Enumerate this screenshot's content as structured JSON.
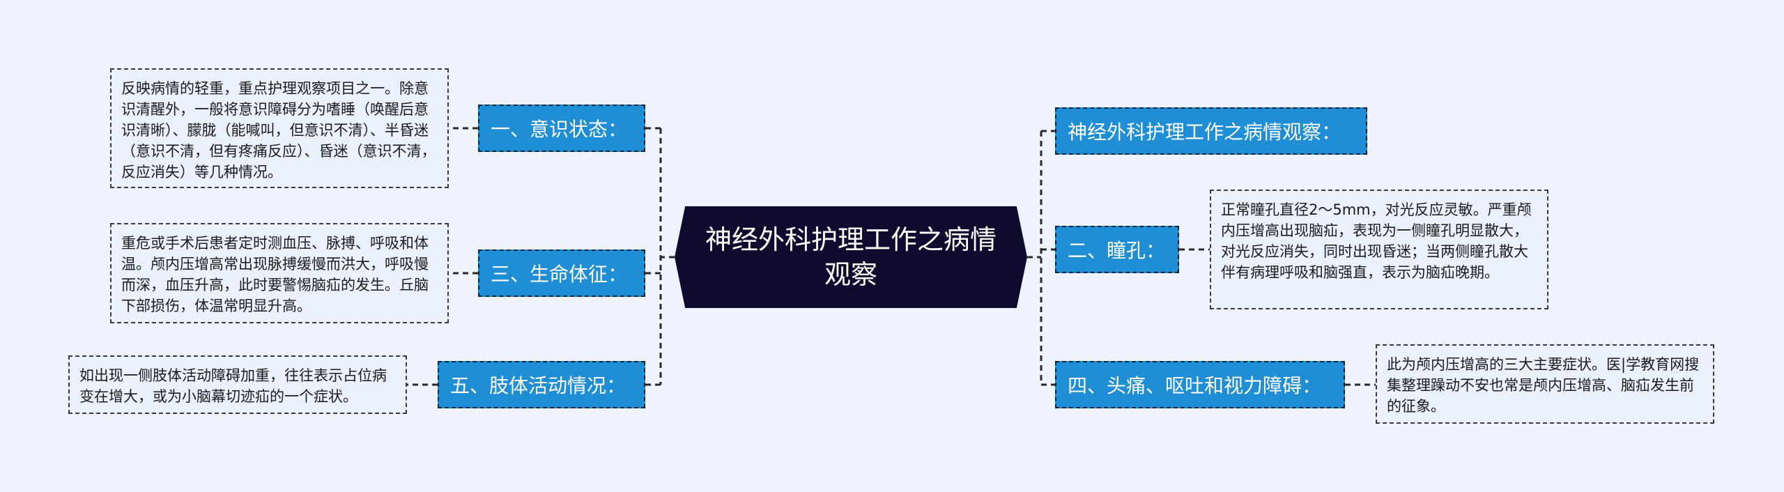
{
  "root": {
    "title": "神经外科护理工作之病情观察"
  },
  "colors": {
    "background": "#eef3fd",
    "root_fill": "#0f0b2e",
    "topic_fill": "#1f8ed4",
    "note_fill": "#eaf1fd"
  },
  "left": [
    {
      "label": "一、意识状态：",
      "note": "反映病情的轻重，重点护理观察项目之一。除意识清醒外，一般将意识障碍分为嗜睡（唤醒后意识清晰）、朦胧（能喊叫，但意识不清）、半昏迷（意识不清，但有疼痛反应）、昏迷（意识不清，反应消失）等几种情况。"
    },
    {
      "label": "三、生命体征：",
      "note": "重危或手术后患者定时测血压、脉搏、呼吸和体温。颅内压增高常出现脉搏缓慢而洪大，呼吸慢而深，血压升高，此时要警惕脑疝的发生。丘脑下部损伤，体温常明显升高。"
    },
    {
      "label": "五、肢体活动情况：",
      "note": "如出现一侧肢体活动障碍加重，往往表示占位病变在增大，或为小脑幕切迹疝的一个症状。"
    }
  ],
  "right": [
    {
      "label": "神经外科护理工作之病情观察："
    },
    {
      "label": "二、瞳孔：",
      "note": "正常瞳孔直径2～5mm，对光反应灵敏。严重颅内压增高出现脑疝，表现为一侧瞳孔明显散大，对光反应消失，同时出现昏迷；当两侧瞳孔散大伴有病理呼吸和脑强直，表示为脑疝晚期。"
    },
    {
      "label": "四、头痛、呕吐和视力障碍：",
      "note": "此为颅内压增高的三大主要症状。医|学教育网搜集整理躁动不安也常是颅内压增高、脑疝发生前的征象。"
    }
  ]
}
